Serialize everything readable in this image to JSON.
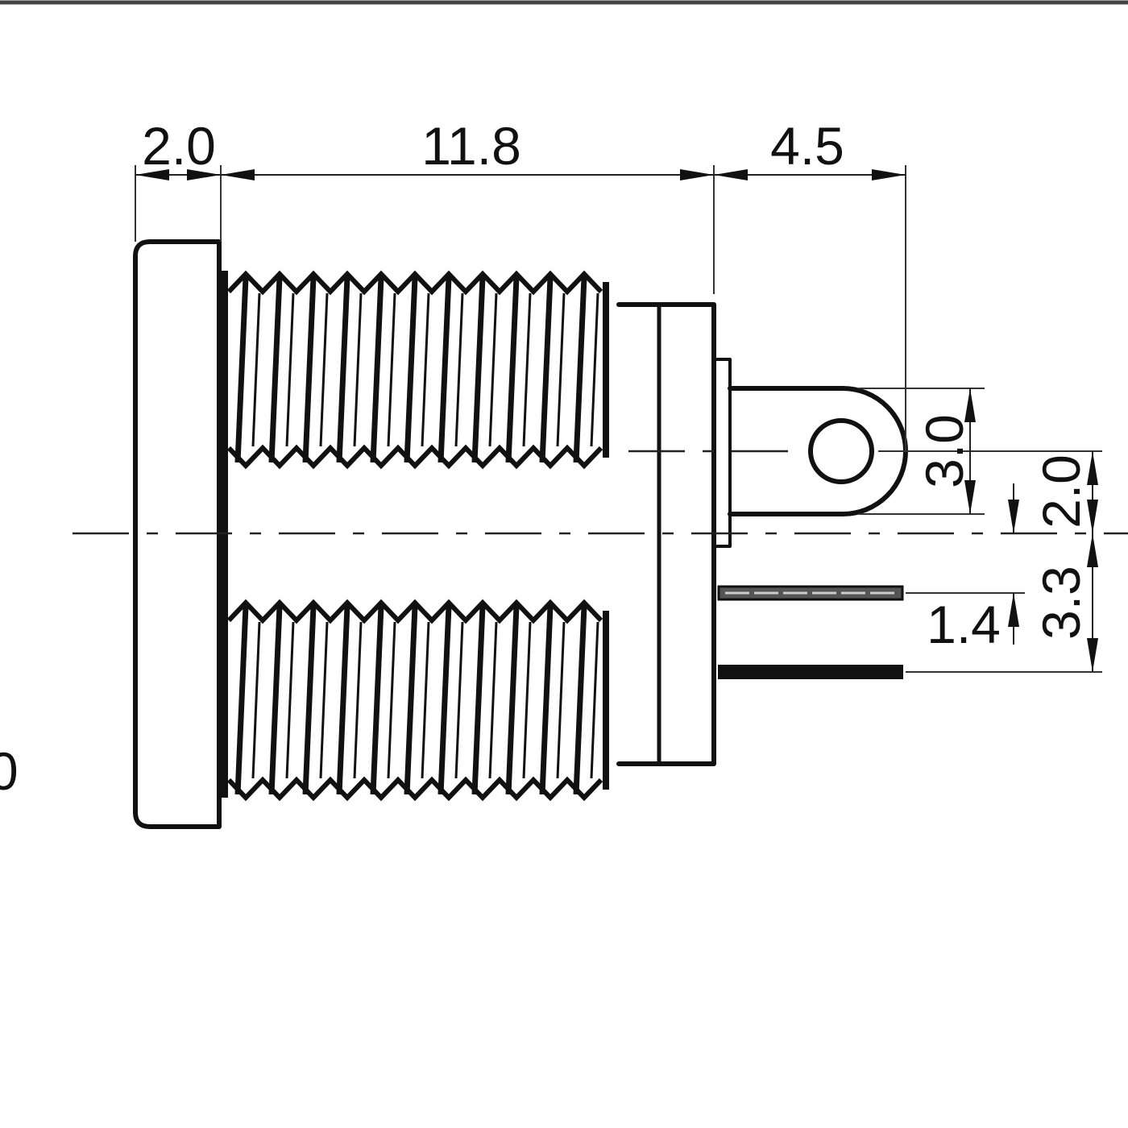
{
  "drawing": {
    "subject": "panel-mount-dc-jack-side-view",
    "dimensions": {
      "flange_thickness": "2.0",
      "thread_length": "11.8",
      "terminal_length": "4.5",
      "lug_width": "3.0",
      "lug_offset": "2.0",
      "pin_pitch": "1.4",
      "pin_offset": "3.3"
    },
    "edge_fragment": "0"
  }
}
